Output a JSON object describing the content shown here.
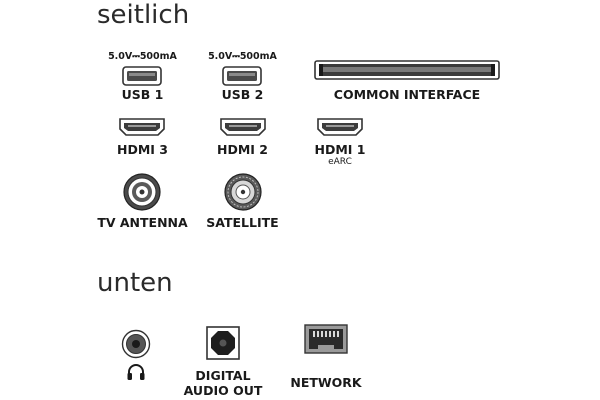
{
  "sections": {
    "side_title": "seitlich",
    "bottom_title": "unten"
  },
  "ports": {
    "usb1": {
      "rating": "5.0V⎓500mA",
      "label": "USB 1"
    },
    "usb2": {
      "rating": "5.0V⎓500mA",
      "label": "USB 2"
    },
    "common_interface": {
      "label": "COMMON INTERFACE"
    },
    "hdmi3": {
      "label": "HDMI 3"
    },
    "hdmi2": {
      "label": "HDMI 2"
    },
    "hdmi1": {
      "label": "HDMI 1",
      "sublabel": "eARC"
    },
    "tv_antenna": {
      "label": "TV ANTENNA"
    },
    "satellite": {
      "label": "SATELLITE"
    },
    "headphone": {
      "icon": "headphones-icon"
    },
    "digital_audio": {
      "label_line1": "DIGITAL",
      "label_line2": "AUDIO OUT"
    },
    "network": {
      "label": "NETWORK"
    }
  }
}
